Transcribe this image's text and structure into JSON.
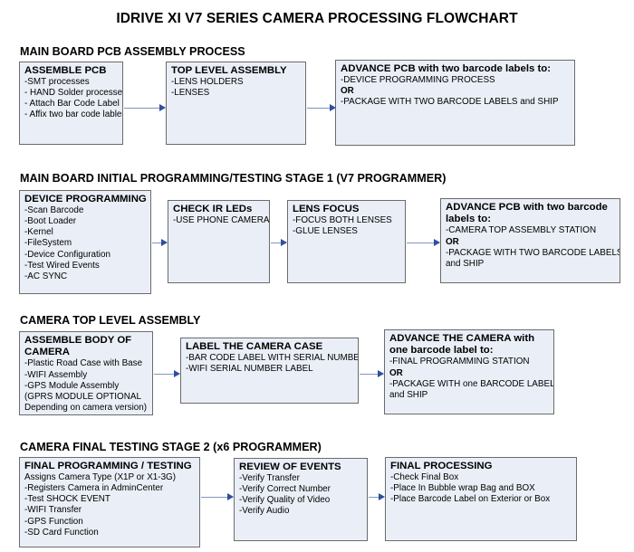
{
  "document": {
    "title": "IDRIVE XI V7 SERIES CAMERA PROCESSING FLOWCHART"
  },
  "sections": [
    {
      "id": "main-board-pcb-assembly",
      "heading": "MAIN BOARD PCB ASSEMBLY PROCESS",
      "nodes": [
        {
          "id": "assemble-pcb",
          "title": "ASSEMBLE PCB",
          "lines": [
            {
              "text": "-SMT processes",
              "bold": false
            },
            {
              "text": "- HAND Solder processes",
              "bold": false
            },
            {
              "text": "- Attach Bar Code Label",
              "bold": false
            },
            {
              "text": "- Affix two bar code lables",
              "bold": false
            }
          ]
        },
        {
          "id": "top-level-assembly",
          "title": "TOP LEVEL ASSEMBLY",
          "lines": [
            {
              "text": "-LENS HOLDERS",
              "bold": false
            },
            {
              "text": "-LENSES",
              "bold": false
            }
          ]
        },
        {
          "id": "advance-pcb-two-barcode",
          "title": "ADVANCE PCB with two barcode labels to:",
          "lines": [
            {
              "text": "-DEVICE PROGRAMMING PROCESS",
              "bold": false
            },
            {
              "text": "OR",
              "bold": true
            },
            {
              "text": "-PACKAGE WITH TWO BARCODE LABELS and SHIP",
              "bold": false
            }
          ]
        }
      ]
    },
    {
      "id": "main-board-initial-programming",
      "heading": "MAIN BOARD INITIAL PROGRAMMING/TESTING STAGE 1 (V7 PROGRAMMER)",
      "nodes": [
        {
          "id": "device-programming",
          "title": "DEVICE PROGRAMMING",
          "lines": [
            {
              "text": "-Scan Barcode",
              "bold": false
            },
            {
              "text": "-Boot Loader",
              "bold": false
            },
            {
              "text": "-Kernel",
              "bold": false
            },
            {
              "text": "-FileSystem",
              "bold": false
            },
            {
              "text": "-Device Configuration",
              "bold": false
            },
            {
              "text": "-Test Wired Events",
              "bold": false
            },
            {
              "text": "-AC SYNC",
              "bold": false
            }
          ]
        },
        {
          "id": "check-ir-leds",
          "title": "CHECK IR LEDs",
          "lines": [
            {
              "text": "-USE PHONE CAMERA",
              "bold": false
            }
          ]
        },
        {
          "id": "lens-focus",
          "title": "LENS FOCUS",
          "lines": [
            {
              "text": "-FOCUS BOTH LENSES",
              "bold": false
            },
            {
              "text": "-GLUE LENSES",
              "bold": false
            }
          ]
        },
        {
          "id": "advance-pcb-camera-top",
          "title": "ADVANCE PCB with two barcode labels to:",
          "lines": [
            {
              "text": "-CAMERA TOP ASSEMBLY STATION",
              "bold": false
            },
            {
              "text": "OR",
              "bold": true
            },
            {
              "text": "-PACKAGE WITH TWO BARCODE LABELS",
              "bold": false
            },
            {
              "text": "and SHIP",
              "bold": false
            }
          ]
        }
      ]
    },
    {
      "id": "camera-top-level-assembly",
      "heading": "CAMERA TOP LEVEL ASSEMBLY",
      "nodes": [
        {
          "id": "assemble-body-of-camera",
          "title": "ASSEMBLE BODY OF CAMERA",
          "lines": [
            {
              "text": "-Plastic Road Case with Base",
              "bold": false
            },
            {
              "text": "-WIFI Assembly",
              "bold": false
            },
            {
              "text": "-GPS Module Assembly",
              "bold": false
            },
            {
              "text": "(GPRS MODULE OPTIONAL",
              "bold": false
            },
            {
              "text": "Depending on camera version)",
              "bold": false
            }
          ]
        },
        {
          "id": "label-the-camera-case",
          "title": "LABEL THE CAMERA CASE",
          "lines": [
            {
              "text": "-BAR CODE LABEL WITH SERIAL NUMBER",
              "bold": false
            },
            {
              "text": "-WIFI SERIAL NUMBER LABEL",
              "bold": false
            }
          ]
        },
        {
          "id": "advance-the-camera",
          "title": "ADVANCE THE CAMERA with one barcode label to:",
          "lines": [
            {
              "text": "-FINAL PROGRAMMING STATION",
              "bold": false
            },
            {
              "text": "OR",
              "bold": true
            },
            {
              "text": "-PACKAGE WITH one BARCODE LABEL",
              "bold": false
            },
            {
              "text": "and SHIP",
              "bold": false
            }
          ]
        }
      ]
    },
    {
      "id": "camera-final-testing",
      "heading": "CAMERA FINAL TESTING STAGE 2 (x6 PROGRAMMER)",
      "nodes": [
        {
          "id": "final-programming-testing",
          "title": "FINAL PROGRAMMING / TESTING",
          "lines": [
            {
              "text": "Assigns Camera Type (X1P or X1-3G)",
              "bold": false
            },
            {
              "text": "-Registers Camera in AdminCenter",
              "bold": false
            },
            {
              "text": "-Test SHOCK EVENT",
              "bold": false
            },
            {
              "text": "-WIFI Transfer",
              "bold": false
            },
            {
              "text": "-GPS Function",
              "bold": false
            },
            {
              "text": "-SD Card Function",
              "bold": false
            }
          ]
        },
        {
          "id": "review-of-events",
          "title": "REVIEW OF EVENTS",
          "lines": [
            {
              "text": "-Verify Transfer",
              "bold": false
            },
            {
              "text": "-Verify Correct Number",
              "bold": false
            },
            {
              "text": "-Verify Quality of Video",
              "bold": false
            },
            {
              "text": "-Verify Audio",
              "bold": false
            }
          ]
        },
        {
          "id": "final-processing",
          "title": "FINAL PROCESSING",
          "lines": [
            {
              "text": " -Check Final Box",
              "bold": false
            },
            {
              "text": "-Place In Bubble wrap Bag and BOX",
              "bold": false
            },
            {
              "text": "-Place Barcode Label on Exterior or Box",
              "bold": false
            }
          ]
        }
      ]
    }
  ],
  "colors": {
    "node_fill": "#eaeff7",
    "node_border": "#6b6b6b",
    "connector": "#8296be",
    "arrowhead": "#2f4f9e",
    "text": "#000000"
  }
}
